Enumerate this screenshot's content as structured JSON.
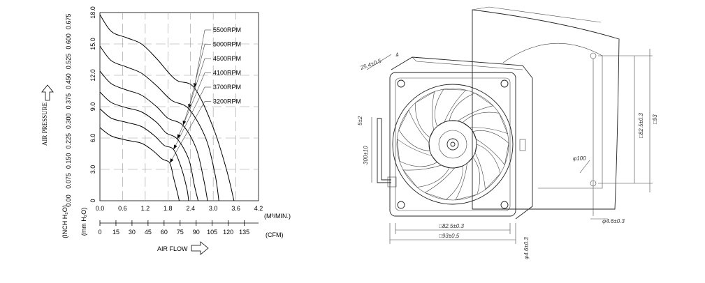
{
  "chart_data": {
    "type": "line",
    "x": [
      0,
      0.6,
      1.2,
      1.8,
      2.4,
      3.0,
      3.6,
      4.2
    ],
    "xlim": [
      0,
      4.2
    ],
    "ylim": [
      0,
      18
    ],
    "x_ticks_m3": [
      "0.0",
      "0.6",
      "1.2",
      "1.8",
      "2.4",
      "3.0",
      "3.6",
      "4.2"
    ],
    "x_unit_m3": "(M³/MIN.)",
    "x_ticks_cfm": [
      "0",
      "15",
      "30",
      "45",
      "60",
      "75",
      "90",
      "105",
      "120",
      "135"
    ],
    "x_unit_cfm": "(CFM)",
    "y_ticks_mm": [
      "0",
      "3.0",
      "6.0",
      "9.0",
      "12.0",
      "15.0",
      "18.0"
    ],
    "y_unit_mm": "(mm H₂O)",
    "y_ticks_inch": [
      "0.00",
      "0.075",
      "0.150",
      "0.225",
      "0.300",
      "0.375",
      "0.450",
      "0.525",
      "0.600",
      "0.675"
    ],
    "y_unit_inch": "(INCH H₂O)",
    "ylabel": "AIR PRESSURE",
    "xlabel": "AIR FLOW",
    "series": [
      {
        "name": "5500RPM",
        "points": [
          [
            0,
            17.8
          ],
          [
            0.3,
            16.2
          ],
          [
            0.7,
            15.6
          ],
          [
            1.1,
            15.0
          ],
          [
            1.5,
            13.6
          ],
          [
            2.0,
            11.6
          ],
          [
            2.5,
            10.8
          ],
          [
            3.0,
            7.0
          ],
          [
            3.35,
            3.0
          ],
          [
            3.55,
            0
          ]
        ]
      },
      {
        "name": "5000RPM",
        "points": [
          [
            0,
            14.8
          ],
          [
            0.3,
            13.4
          ],
          [
            0.7,
            12.8
          ],
          [
            1.1,
            12.2
          ],
          [
            1.5,
            11.0
          ],
          [
            1.9,
            9.6
          ],
          [
            2.35,
            8.8
          ],
          [
            2.8,
            6.0
          ],
          [
            3.05,
            2.5
          ],
          [
            3.15,
            0
          ]
        ]
      },
      {
        "name": "4500RPM",
        "points": [
          [
            0,
            12.4
          ],
          [
            0.3,
            11.2
          ],
          [
            0.7,
            10.6
          ],
          [
            1.1,
            10.1
          ],
          [
            1.5,
            9.0
          ],
          [
            1.8,
            7.9
          ],
          [
            2.2,
            7.2
          ],
          [
            2.55,
            5.0
          ],
          [
            2.75,
            2.0
          ],
          [
            2.85,
            0
          ]
        ]
      },
      {
        "name": "4100RPM",
        "points": [
          [
            0,
            10.4
          ],
          [
            0.3,
            9.4
          ],
          [
            0.7,
            8.9
          ],
          [
            1.1,
            8.5
          ],
          [
            1.5,
            7.5
          ],
          [
            1.75,
            6.5
          ],
          [
            2.05,
            5.9
          ],
          [
            2.35,
            4.0
          ],
          [
            2.5,
            1.5
          ],
          [
            2.6,
            0
          ]
        ]
      },
      {
        "name": "3700RPM",
        "points": [
          [
            0,
            8.8
          ],
          [
            0.3,
            7.9
          ],
          [
            0.7,
            7.5
          ],
          [
            1.1,
            7.1
          ],
          [
            1.45,
            6.2
          ],
          [
            1.7,
            5.3
          ],
          [
            1.95,
            4.9
          ],
          [
            2.15,
            3.2
          ],
          [
            2.3,
            1.2
          ],
          [
            2.35,
            0
          ]
        ]
      },
      {
        "name": "3200RPM",
        "points": [
          [
            0,
            7.0
          ],
          [
            0.3,
            6.2
          ],
          [
            0.7,
            5.8
          ],
          [
            1.1,
            5.5
          ],
          [
            1.4,
            4.8
          ],
          [
            1.65,
            4.0
          ],
          [
            1.85,
            3.6
          ],
          [
            1.95,
            2.2
          ],
          [
            2.05,
            0.8
          ],
          [
            2.1,
            0
          ]
        ]
      }
    ]
  },
  "drawing": {
    "dims": {
      "d1": "25.4±0.5",
      "d2": "4",
      "d3": "5±2",
      "d4": "300±10",
      "d5": "□82.5±0.3",
      "d6": "□93±0.5",
      "d7": "φ4.6±0.3",
      "d8": "φ100",
      "d9": "□82.5±0.3",
      "d10": "□93",
      "d11": "φ4.6±0.3"
    }
  }
}
